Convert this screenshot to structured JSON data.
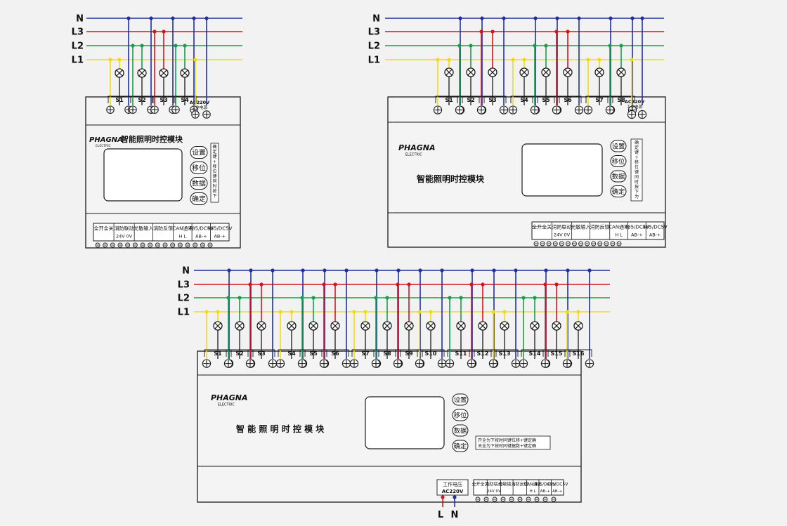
{
  "colors": {
    "N": "#1f2f9e",
    "L3": "#d8141b",
    "L2": "#14a04a",
    "L1": "#f0dc16",
    "line": "#1a1a1a",
    "module_fill": "#f4f4f4",
    "background": "#f2f2f2"
  },
  "bus_labels": [
    "N",
    "L3",
    "L2",
    "L1"
  ],
  "modules": [
    {
      "id": "m4",
      "brand": "PHAGNA",
      "brand_sub": "ELECTRIC",
      "title": "智能照明时控模块",
      "channels": [
        "S1",
        "S2",
        "S3",
        "S4"
      ],
      "phases": [
        "L1",
        "L2",
        "L3",
        "L2"
      ],
      "power_label_1": "AC220V",
      "power_label_2": "工作电源",
      "buttons": [
        "设置",
        "移位",
        "数据",
        "确定"
      ],
      "side_note": "确定键+移位键同时按下为全开，确定键+数据键同时按下为全关",
      "bottom_labels": [
        "全开全关",
        "消防联动 24V 0V",
        "光敏输入",
        "消防反馈",
        "CAN通讯 H L",
        "485/DC5V AB-+",
        "485/DC5V AB-+"
      ]
    },
    {
      "id": "m8",
      "brand": "PHAGNA",
      "brand_sub": "ELECTRIC",
      "title": "智能照明时控模块",
      "channels": [
        "S1",
        "S2",
        "S3",
        "S4",
        "S5",
        "S6",
        "S7",
        "S8"
      ],
      "phases": [
        "L1",
        "L2",
        "L3",
        "L1",
        "L2",
        "L3",
        "L1",
        "L2"
      ],
      "power_label_1": "AC220V",
      "power_label_2": "工作电源",
      "buttons": [
        "设置",
        "移位",
        "数据",
        "确定"
      ],
      "side_note": "确定键+移位键同时按下为全开，确定键+数据键同时按下为全关",
      "bottom_labels": [
        "全开全关",
        "消防联动 24V 0V",
        "光敏输入",
        "消防反馈",
        "CAN通讯 H L",
        "485/DC5V AB-+",
        "485/DC5V AB-+"
      ]
    },
    {
      "id": "m16",
      "brand": "PHAGNA",
      "brand_sub": "ELECTRIC",
      "title": "智 能 照 明 时 控 模 块",
      "channels": [
        "S1",
        "S2",
        "S3",
        "S4",
        "S5",
        "S6",
        "S7",
        "S8",
        "S9",
        "S10",
        "S11",
        "S12",
        "S13",
        "S14",
        "S15",
        "S16"
      ],
      "phases": [
        "L1",
        "L2",
        "L3",
        "L1",
        "L2",
        "L3",
        "L1",
        "L2",
        "L3",
        "L1",
        "L2",
        "L3",
        "L1",
        "L2",
        "L3",
        "L1"
      ],
      "buttons": [
        "设置",
        "移位",
        "数据",
        "确定"
      ],
      "note_line_1": "开全为下按时同键位移+键定确",
      "note_line_2": "关全为下按时同键据数+键定确",
      "power_box_1": "工作电压",
      "power_box_2": "AC220V",
      "bottom_labels": [
        "全开全关",
        "消防联动 24V 0V",
        "光敏输入",
        "消防反馈",
        "CAN通讯 H L",
        "485/DC5V AB-+",
        "485/DC5V AB-+"
      ],
      "supply_labels": [
        "L",
        "N"
      ]
    }
  ]
}
